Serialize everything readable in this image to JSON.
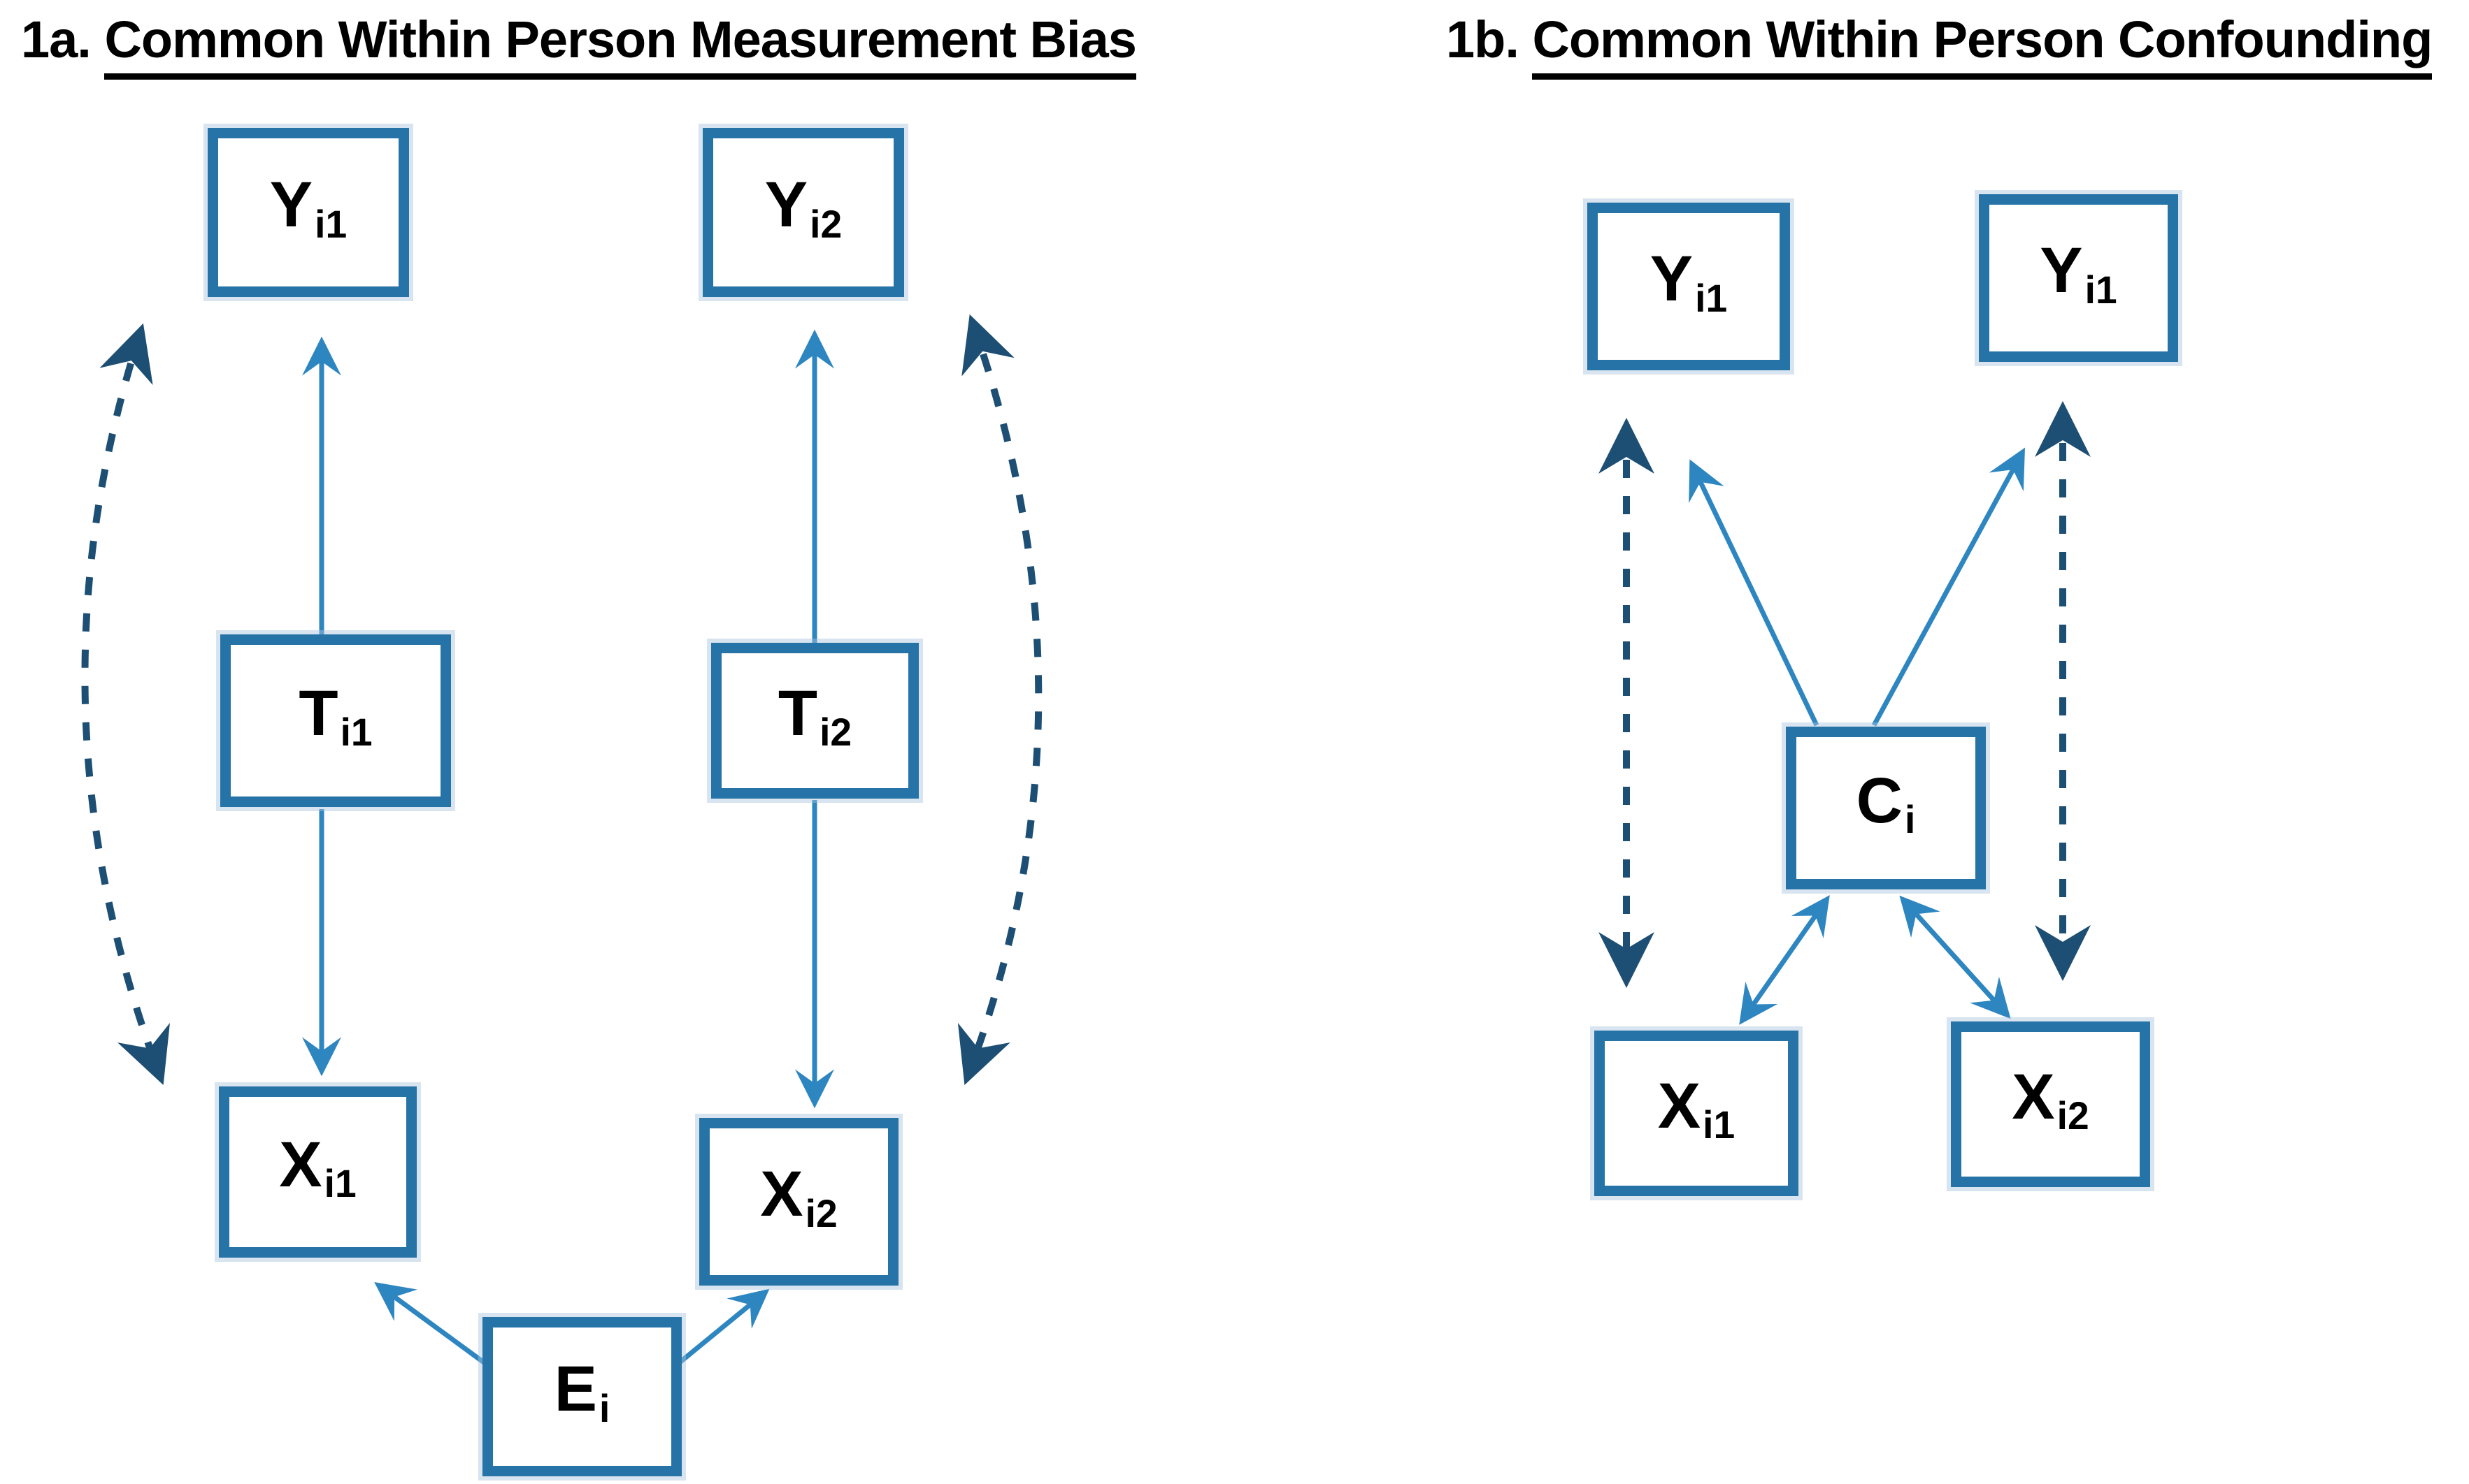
{
  "panel_a": {
    "heading_prefix": "1a. ",
    "heading": "Common Within Person Measurement Bias",
    "nodes": {
      "y1": {
        "base": "Y",
        "sub": "i1"
      },
      "y2": {
        "base": "Y",
        "sub": "i2"
      },
      "t1": {
        "base": "T",
        "sub": "i1"
      },
      "t2": {
        "base": "T",
        "sub": "i2"
      },
      "x1": {
        "base": "X",
        "sub": "i1"
      },
      "x2": {
        "base": "X",
        "sub": "i2"
      },
      "e": {
        "base": "E",
        "sub": "i"
      }
    }
  },
  "panel_b": {
    "heading_prefix": "1b. ",
    "heading": "Common Within Person Confounding",
    "nodes": {
      "y1": {
        "base": "Y",
        "sub": "i1"
      },
      "y2": {
        "base": "Y",
        "sub": "i1"
      },
      "c": {
        "base": "C",
        "sub": "i"
      },
      "x1": {
        "base": "X",
        "sub": "i1"
      },
      "x2": {
        "base": "X",
        "sub": "i2"
      }
    }
  },
  "colors": {
    "solid": "#2E86C1",
    "dash": "#1D4E73",
    "border": "#2573A7",
    "text": "#000000"
  }
}
